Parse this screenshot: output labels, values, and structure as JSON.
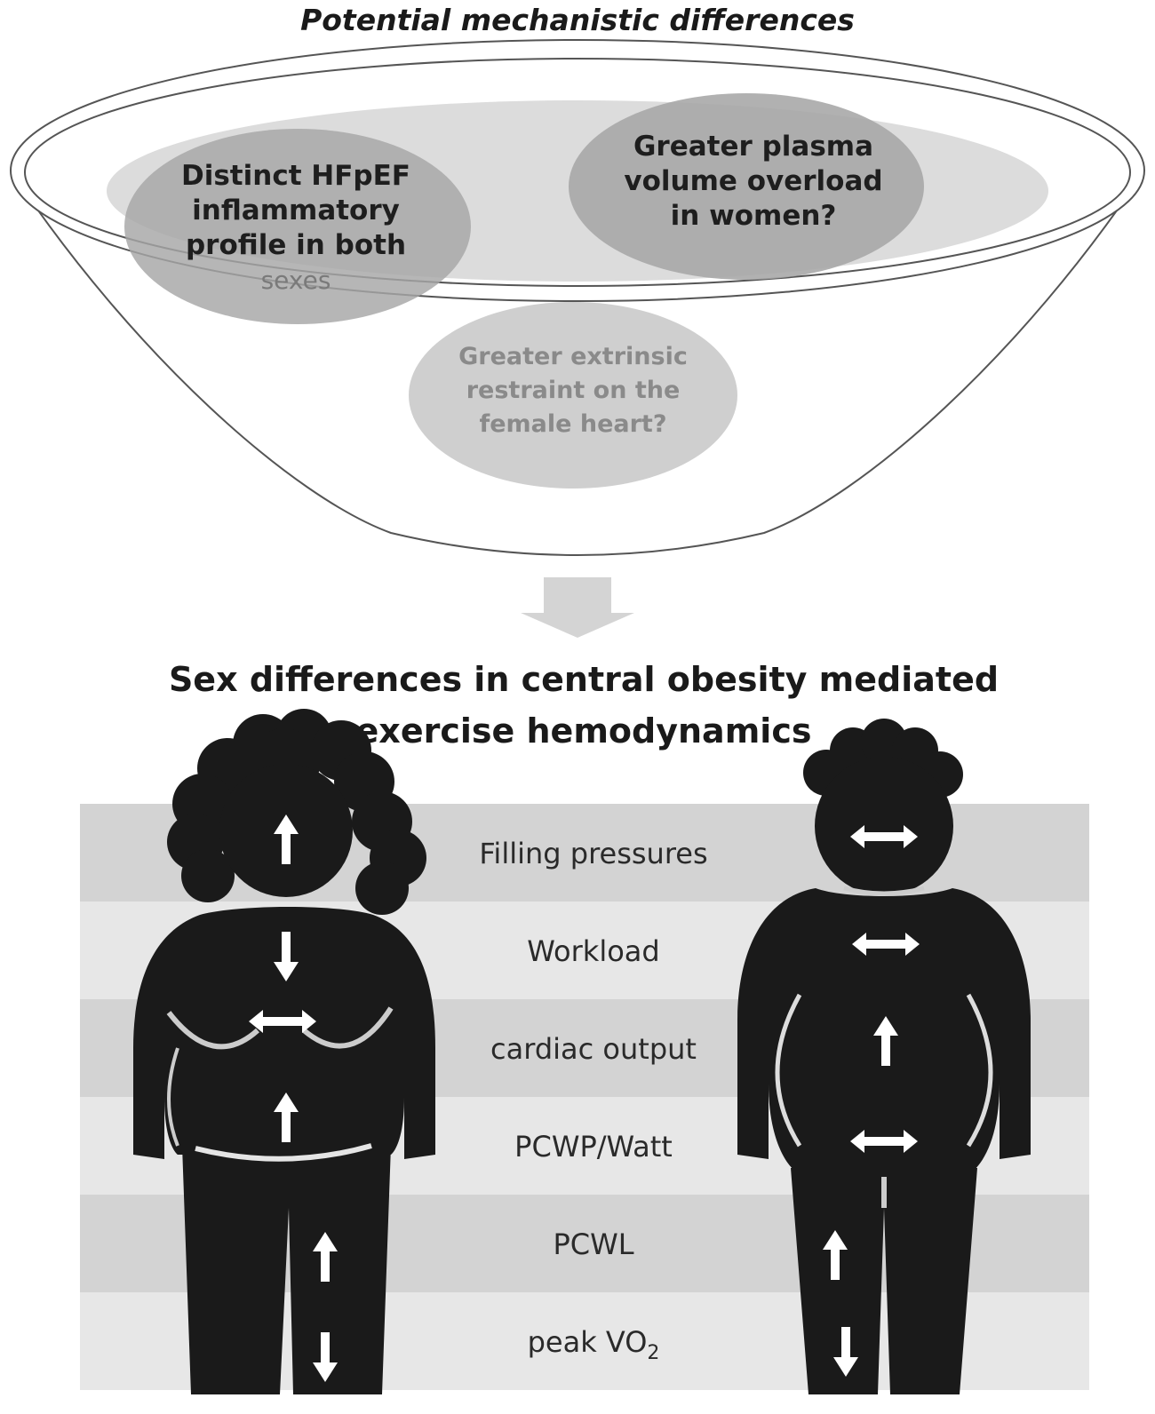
{
  "funnel": {
    "title": "Potential mechanistic differences",
    "bubbles": [
      {
        "lines": [
          "Distinct HFpEF",
          "inflammatory",
          "profile in both",
          "sexes"
        ]
      },
      {
        "lines": [
          "Greater plasma",
          "volume overload",
          "in women?"
        ]
      },
      {
        "lines": [
          "Greater extrinsic",
          "restraint on the",
          "female heart?"
        ]
      }
    ]
  },
  "outcome": {
    "title_line1": "Sex differences in central obesity mediated",
    "title_line2": "exercise hemodynamics"
  },
  "rows": [
    {
      "label": "Filling pressures"
    },
    {
      "label": "Workload"
    },
    {
      "label": "cardiac output"
    },
    {
      "label": "PCWP/Watt"
    },
    {
      "label": "PCWL"
    },
    {
      "label": "peak VO",
      "sub": "2"
    }
  ],
  "colors": {
    "figure": "#1a1a1a",
    "band_dark": "#d3d3d3",
    "band_light": "#e7e7e7",
    "arrow_grey": "#d4d4d4"
  },
  "arrows": {
    "female": [
      "up",
      "down",
      "both",
      "up",
      "up",
      "down"
    ],
    "male": [
      "both",
      "both",
      "up",
      "both",
      "up",
      "down"
    ]
  },
  "figures": {
    "female": "woman-silhouette",
    "male": "man-silhouette"
  }
}
